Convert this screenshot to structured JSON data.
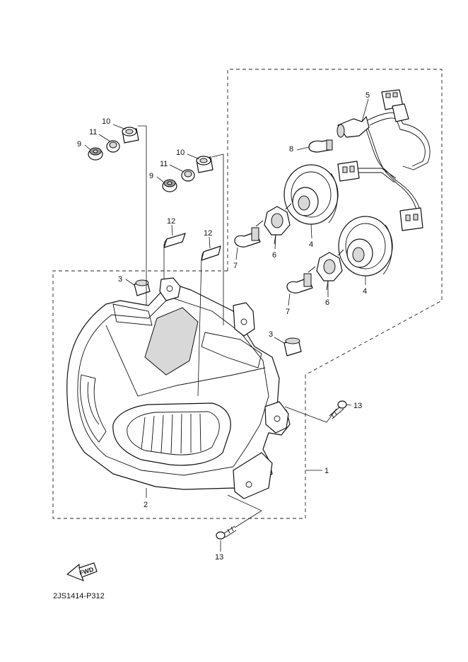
{
  "diagram_code": "2JS1414-P312",
  "fwd_label": "FWD",
  "callouts": {
    "c1": "1",
    "c2": "2",
    "c3a": "3",
    "c3b": "3",
    "c4a": "4",
    "c4b": "4",
    "c5": "5",
    "c6a": "6",
    "c6b": "6",
    "c7a": "7",
    "c7b": "7",
    "c8": "8",
    "c9a": "9",
    "c9b": "9",
    "c10a": "10",
    "c10b": "10",
    "c11a": "11",
    "c11b": "11",
    "c12a": "12",
    "c12b": "12",
    "c13a": "13",
    "c13b": "13"
  }
}
